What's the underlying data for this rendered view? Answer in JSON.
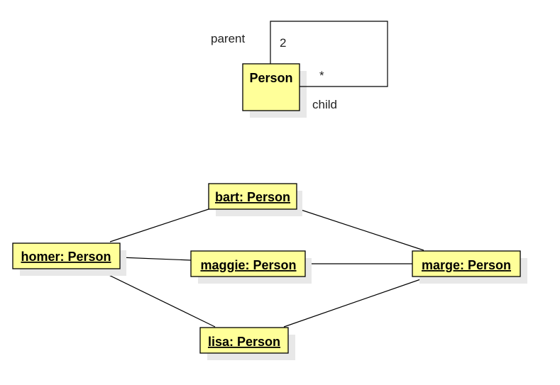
{
  "class_diagram": {
    "class_name": "Person",
    "association": {
      "role_parent": "parent",
      "multiplicity_parent": "2",
      "role_child": "child",
      "multiplicity_child": "*"
    }
  },
  "object_diagram": {
    "objects": {
      "bart": "bart: Person",
      "homer": "homer: Person",
      "maggie": "maggie: Person",
      "marge": "marge: Person",
      "lisa": "lisa: Person"
    }
  }
}
